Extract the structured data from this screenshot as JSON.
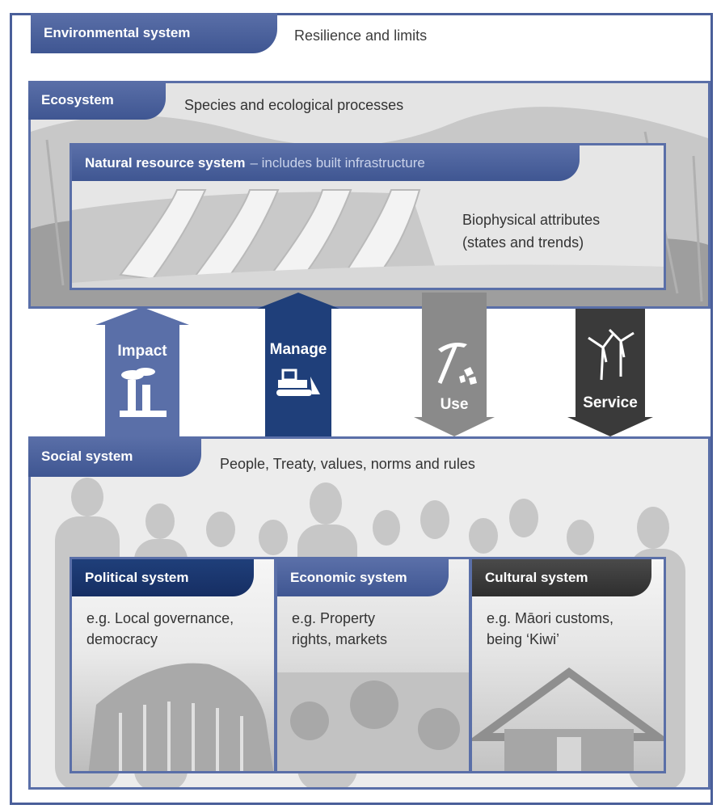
{
  "environmental": {
    "title": "Environmental system",
    "caption": "Resilience and limits"
  },
  "ecosystem": {
    "title": "Ecosystem",
    "caption": "Species and ecological processes"
  },
  "natural_resource": {
    "title": "Natural resource system",
    "subtitle": "– includes built infrastructure",
    "attributes_line1": "Biophysical attributes",
    "attributes_line2": "(states and trends)"
  },
  "arrows": {
    "impact": "Impact",
    "manage": "Manage",
    "use": "Use",
    "service": "Service"
  },
  "icons": {
    "impact": "factory-icon",
    "manage": "bulldozer-icon",
    "use": "pickaxe-icon",
    "service": "wind-turbine-icon"
  },
  "social": {
    "title": "Social system",
    "caption": "People, Treaty, values, norms and rules"
  },
  "subsystems": {
    "political": {
      "title": "Political system",
      "line1": "e.g. Local governance,",
      "line2": "democracy"
    },
    "economic": {
      "title": "Economic system",
      "line1": "e.g. Property",
      "line2": "rights, markets"
    },
    "cultural": {
      "title": "Cultural system",
      "line1": "e.g. Māori customs,",
      "line2": "being ‘Kiwi’"
    }
  },
  "colors": {
    "frame_blue": "#4a5f9a",
    "tab_blue": "#5a6fa8",
    "tab_navy": "#1f3f7a",
    "tab_dark": "#333333",
    "arrow_use": "#8a8a8a",
    "arrow_service": "#3a3a3a"
  }
}
